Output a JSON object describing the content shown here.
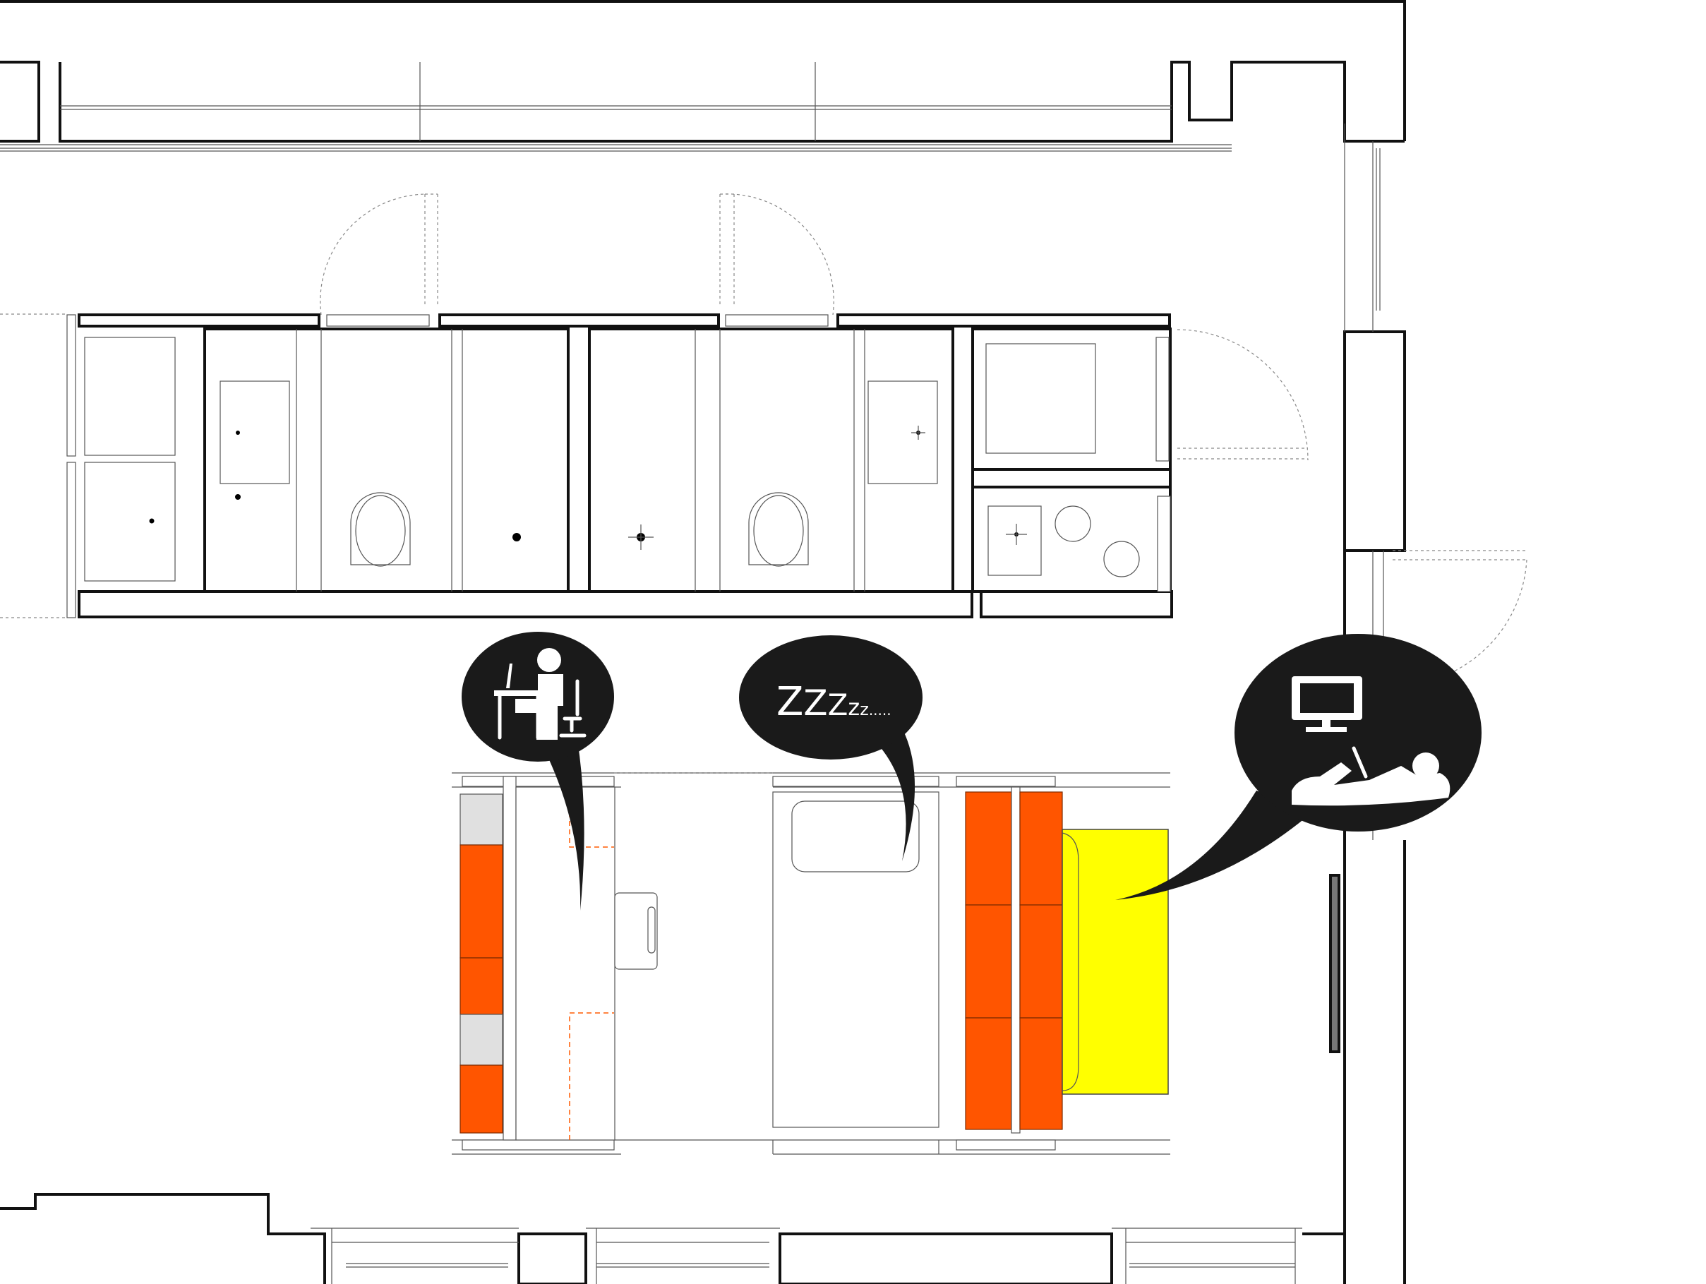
{
  "diagram": {
    "kind": "architectural-floor-plan",
    "colors": {
      "walls": "#111111",
      "storage_units": "#ff5500",
      "bed_cushion": "#ffff00",
      "panel_grey": "#e0e0e0",
      "speech_bubbles": "#1a1a1a"
    },
    "bubbles": [
      {
        "name": "work-bubble",
        "icon": "person-at-desk-icon"
      },
      {
        "name": "sleep-bubble",
        "icon": "sleep-zzz-text",
        "text": "ZZZzz.....",
        "parts": [
          "Z",
          "Z",
          "Z",
          "z",
          "z",
          "....."
        ]
      },
      {
        "name": "relax-bubble",
        "icon": "tv-and-reclining-person-icon"
      }
    ]
  }
}
